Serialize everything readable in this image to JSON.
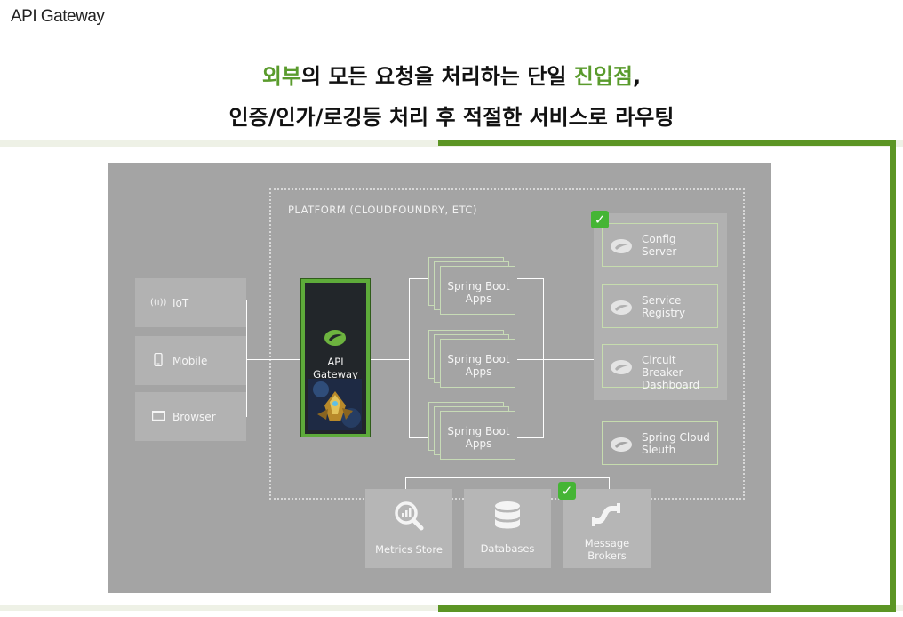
{
  "corner_title": "API Gateway",
  "headline": {
    "line1_green_a": "외부",
    "line1_mid": "의 모든 요청을 처리하는 단일 ",
    "line1_green_b": "진입점",
    "line1_end": ",",
    "line2": "인증/인가/로깅등 처리 후 적절한 서비스로 라우팅"
  },
  "platform_label": "PLATFORM (CLOUDFOUNDRY, ETC)",
  "clients": [
    {
      "label": "IoT",
      "icon": "wireless-icon",
      "glyph": "((ı))"
    },
    {
      "label": "Mobile",
      "icon": "mobile-icon"
    },
    {
      "label": "Browser",
      "icon": "browser-icon"
    }
  ],
  "gateway": {
    "line1": "API",
    "line2": "Gateway",
    "icon": "spring-leaf-icon"
  },
  "boot_apps": [
    {
      "line1": "Spring Boot",
      "line2": "Apps"
    },
    {
      "line1": "Spring Boot",
      "line2": "Apps"
    },
    {
      "line1": "Spring Boot",
      "line2": "Apps"
    }
  ],
  "services": [
    {
      "line1": "Config",
      "line2": "Server",
      "icon": "spring-cloud-icon"
    },
    {
      "line1": "Service",
      "line2": "Registry",
      "icon": "spring-cloud-icon"
    },
    {
      "line1": "Circuit Breaker",
      "line2": "Dashboard",
      "icon": "spring-cloud-icon"
    },
    {
      "line1": "Spring Cloud",
      "line2": "Sleuth",
      "icon": "spring-cloud-icon"
    }
  ],
  "stores": [
    {
      "line1": "Metrics Store",
      "line2": "",
      "icon": "magnifier-chart-icon"
    },
    {
      "line1": "Databases",
      "line2": "",
      "icon": "database-icon"
    },
    {
      "line1": "Message",
      "line2": "Brokers",
      "icon": "pipe-icon"
    }
  ],
  "check_glyph": "✓",
  "colors": {
    "accent": "#5c9524",
    "check": "#45b535",
    "panel": "#a4a4a4"
  }
}
